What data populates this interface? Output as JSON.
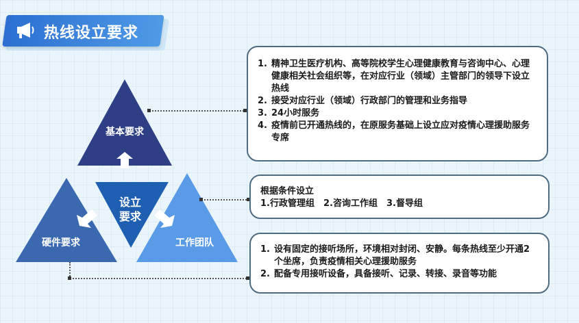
{
  "header": {
    "title": "热线设立要求",
    "icon": "megaphone-icon"
  },
  "diagram": {
    "center": [
      "设立",
      "要求"
    ],
    "top": "基本要求",
    "left": "硬件要求",
    "right": "工作团队"
  },
  "boxes": {
    "basic": {
      "items": [
        {
          "num": "1.",
          "text": "精神卫生医疗机构、高等院校学生心理健康教育与咨询中心、心理健康相关社会组织等，在对应行业（领域）主管部门的领导下设立热线"
        },
        {
          "num": "2.",
          "text": "接受对应行业（领域）行政部门的管理和业务指导"
        },
        {
          "num": "3.",
          "text": "24小时服务"
        },
        {
          "num": "4.",
          "text": "疫情前已开通热线的，在原服务基础上设立应对疫情心理援助服务专席"
        }
      ]
    },
    "team": {
      "line1": "根据条件设立",
      "line2": "1.行政管理组　2.咨询工作组　3.督导组"
    },
    "hardware": {
      "items": [
        {
          "num": "1.",
          "text": "设有固定的接听场所，环境相对封闭、安静。每条热线至少开通2个坐席，负责疫情相关心理援助服务"
        },
        {
          "num": "2.",
          "text": "配备专用接听设备，具备接听、记录、转接、录音等功能"
        }
      ]
    }
  },
  "colors": {
    "top_triangle": "#2f3f86",
    "left_triangle": "#3a69b0",
    "right_triangle": "#5a9be8",
    "center_triangle": "#1f5fb2",
    "banner": "#2c6fd1"
  }
}
